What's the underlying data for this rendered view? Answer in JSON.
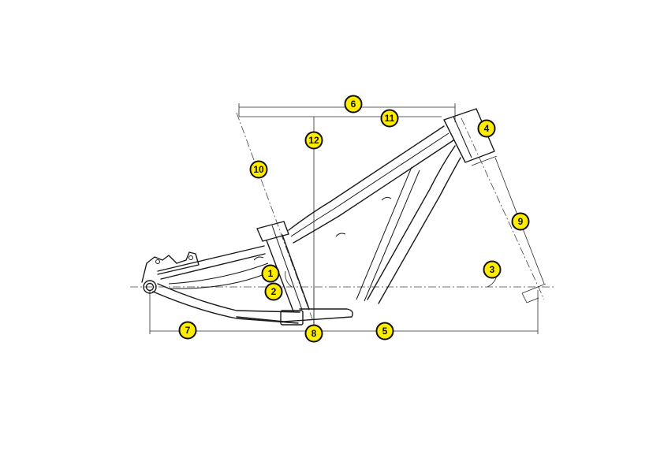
{
  "diagram": {
    "markers": [
      {
        "id": "m1",
        "label": "1"
      },
      {
        "id": "m2",
        "label": "2"
      },
      {
        "id": "m3",
        "label": "3"
      },
      {
        "id": "m4",
        "label": "4"
      },
      {
        "id": "m5",
        "label": "5"
      },
      {
        "id": "m6",
        "label": "6"
      },
      {
        "id": "m7",
        "label": "7"
      },
      {
        "id": "m8",
        "label": "8"
      },
      {
        "id": "m9",
        "label": "9"
      },
      {
        "id": "m10",
        "label": "10"
      },
      {
        "id": "m11",
        "label": "11"
      },
      {
        "id": "m12",
        "label": "12"
      }
    ]
  },
  "colors": {
    "marker_fill": "#ffed00",
    "marker_stroke": "#111111",
    "line": "#1a1a1a"
  }
}
